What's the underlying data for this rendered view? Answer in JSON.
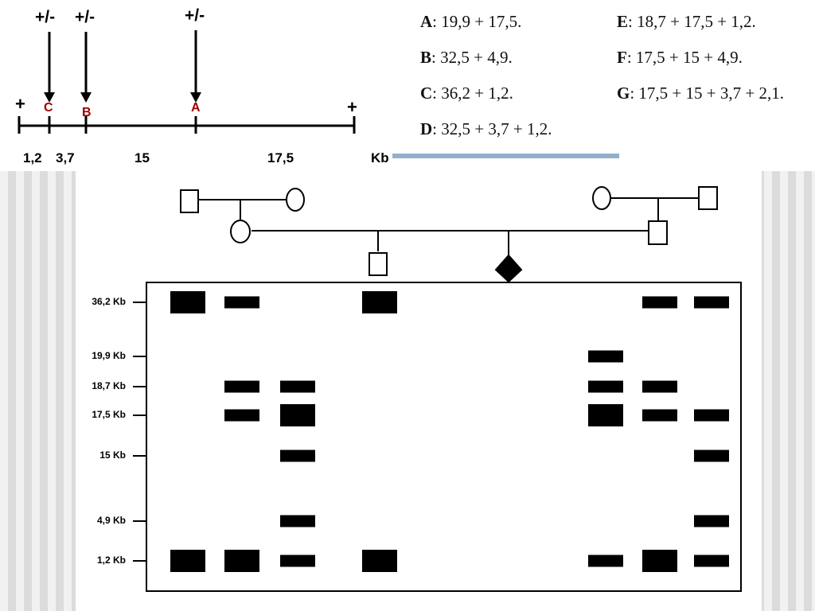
{
  "restriction_map": {
    "sites": [
      {
        "label": "C",
        "marker": "+/-"
      },
      {
        "label": "B",
        "marker": "+/-"
      },
      {
        "label": "A",
        "marker": "+/-"
      }
    ],
    "end_plus_left": "+",
    "end_plus_right": "+",
    "segment_labels": [
      "1,2",
      "3,7",
      "15",
      "17,5"
    ],
    "unit": "Kb"
  },
  "legend": [
    {
      "key": "A",
      "text": ": 19,9 + 17,5."
    },
    {
      "key": "B",
      "text": ": 32,5 + 4,9."
    },
    {
      "key": "C",
      "text": ": 36,2 + 1,2."
    },
    {
      "key": "D",
      "text": ": 32,5 + 3,7 + 1,2."
    },
    {
      "key": "E",
      "text": ": 18,7 + 17,5 + 1,2."
    },
    {
      "key": "F",
      "text": ": 17,5 + 15 + 4,9."
    },
    {
      "key": "G",
      "text": ": 17,5 + 15 + 3,7 + 2,1."
    }
  ],
  "gel": {
    "markers": [
      "36,2 Kb",
      "19,9 Kb",
      "18,7 Kb",
      "17,5 Kb",
      "15 Kb",
      "4,9 Kb",
      "1,2 Kb"
    ],
    "lanes": [
      {
        "name": "lane-1",
        "bands": [
          {
            "size": "36,2",
            "thick": true
          },
          {
            "size": "1,2",
            "thick": true
          }
        ]
      },
      {
        "name": "lane-2",
        "bands": [
          {
            "size": "36,2",
            "thick": false
          },
          {
            "size": "18,7",
            "thick": false
          },
          {
            "size": "17,5",
            "thick": false
          },
          {
            "size": "1,2",
            "thick": true
          }
        ]
      },
      {
        "name": "lane-3",
        "bands": [
          {
            "size": "18,7",
            "thick": false
          },
          {
            "size": "17,5",
            "thick": true
          },
          {
            "size": "15",
            "thick": false
          },
          {
            "size": "4,9",
            "thick": false
          },
          {
            "size": "1,2",
            "thick": false
          }
        ]
      },
      {
        "name": "lane-4",
        "bands": [
          {
            "size": "36,2",
            "thick": true
          },
          {
            "size": "1,2",
            "thick": true
          }
        ]
      },
      {
        "name": "lane-5",
        "bands": []
      },
      {
        "name": "lane-6",
        "bands": [
          {
            "size": "19,9",
            "thick": false
          },
          {
            "size": "18,7",
            "thick": false
          },
          {
            "size": "17,5",
            "thick": true
          },
          {
            "size": "1,2",
            "thick": false
          }
        ]
      },
      {
        "name": "lane-7",
        "bands": [
          {
            "size": "36,2",
            "thick": false
          },
          {
            "size": "18,7",
            "thick": false
          },
          {
            "size": "17,5",
            "thick": false
          },
          {
            "size": "1,2",
            "thick": true
          }
        ]
      },
      {
        "name": "lane-8",
        "bands": [
          {
            "size": "36,2",
            "thick": false
          },
          {
            "size": "17,5",
            "thick": false
          },
          {
            "size": "15",
            "thick": false
          },
          {
            "size": "4,9",
            "thick": false
          },
          {
            "size": "1,2",
            "thick": false
          }
        ]
      }
    ]
  },
  "pedigree": {
    "individuals": [
      {
        "id": "paternal-grandfather",
        "shape": "square"
      },
      {
        "id": "paternal-grandmother",
        "shape": "circle"
      },
      {
        "id": "mother",
        "shape": "circle"
      },
      {
        "id": "son",
        "shape": "square"
      },
      {
        "id": "fetus",
        "shape": "diamond",
        "filled": true
      },
      {
        "id": "maternal-grandmother",
        "shape": "circle"
      },
      {
        "id": "maternal-grandfather",
        "shape": "square"
      },
      {
        "id": "father",
        "shape": "square"
      }
    ]
  }
}
